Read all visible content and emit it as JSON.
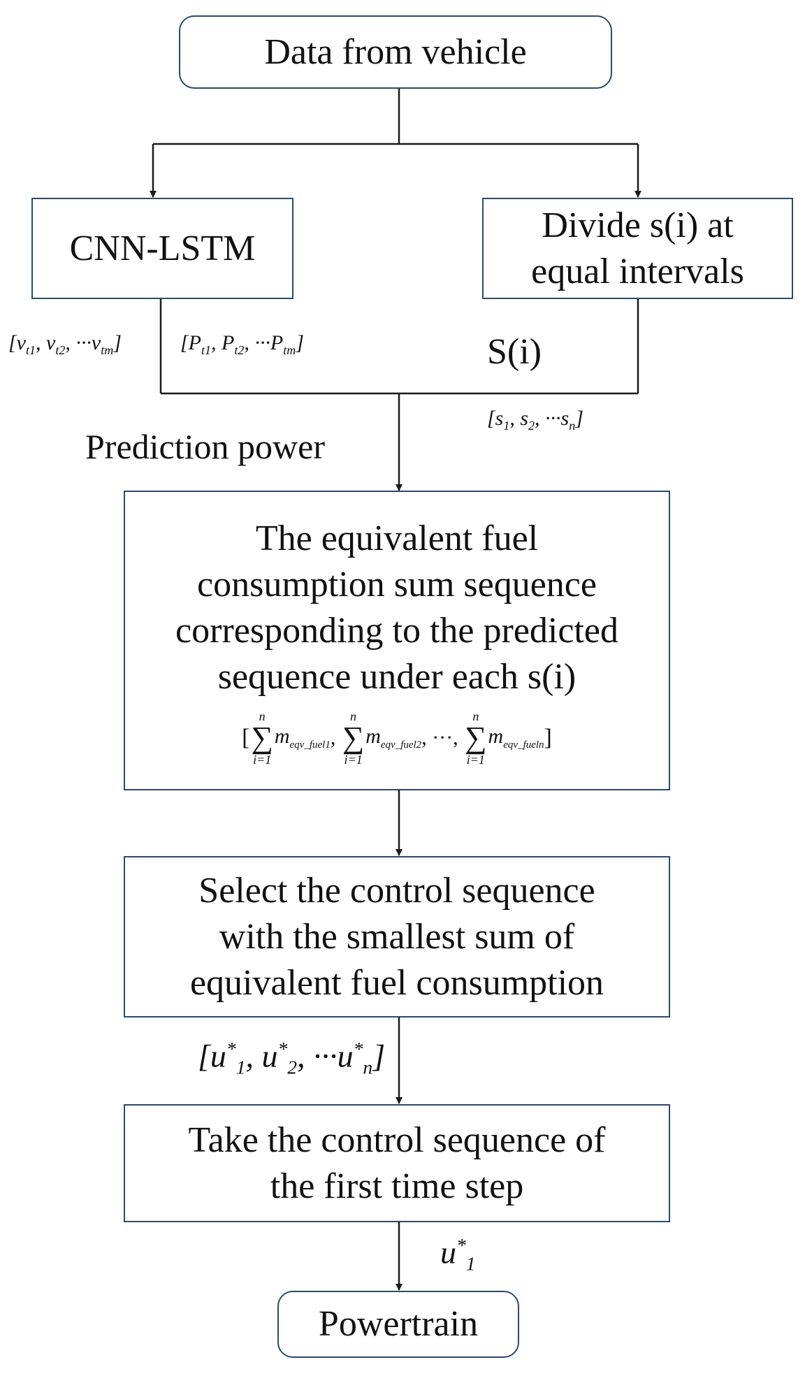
{
  "nodes": {
    "start": "Data from vehicle",
    "cnn": "CNN-LSTM",
    "divide_line1": "Divide s(i) at",
    "divide_line2": "equal intervals",
    "equiv_line1": "The equivalent fuel",
    "equiv_line2": "consumption sum sequence",
    "equiv_line3": "corresponding to the predicted",
    "equiv_line4": "sequence under each s(i)",
    "select_line1": "Select the control sequence",
    "select_line2": "with the smallest sum of",
    "select_line3": "equivalent fuel consumption",
    "take_line1": "Take the control sequence of",
    "take_line2": "the first time step",
    "end": "Powertrain"
  },
  "labels": {
    "velocity_seq": "[v_t1, v_t2, ···v_tm]",
    "power_seq": "[P_t1, P_t2, ···P_tm]",
    "s_label": "S(i)",
    "s_seq": "[s_1, s_2, ···s_n]",
    "prediction_power": "Prediction power",
    "fuel_sum_seq": "[Σ_{i=1}^{n} m_eqv_fuel1, Σ_{i=1}^{n} m_eqv_fuel2, ···, Σ_{i=1}^{n} m_eqv_fueln]",
    "u_seq": "[u*_1, u*_2, ···u*_n]",
    "u1": "u*_1"
  },
  "colors": {
    "box_border": "#2c4a6e",
    "line": "#1a1a1a",
    "text": "#111111"
  }
}
